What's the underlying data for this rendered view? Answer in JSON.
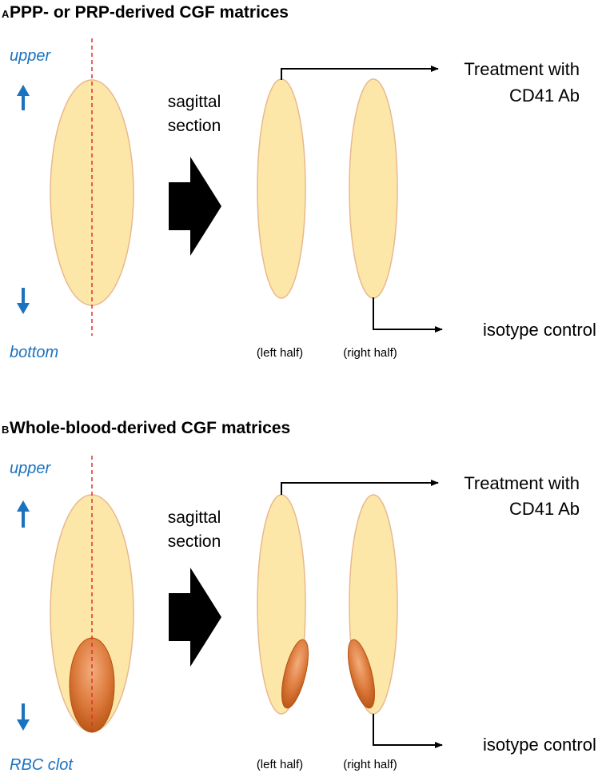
{
  "panel_a": {
    "letter": "A",
    "title": "PPP- or PRP-derived CGF matrices",
    "upper": "upper",
    "bottom": "bottom",
    "step": [
      "sagittal",
      "section"
    ],
    "left_half": "(left half)",
    "right_half": "(right half)",
    "treatment": [
      "Treatment with",
      "CD41 Ab"
    ],
    "control": "isotype control"
  },
  "panel_b": {
    "letter": "B",
    "title": "Whole-blood-derived CGF matrices",
    "upper": "upper",
    "bottom": "RBC clot",
    "step": [
      "sagittal",
      "section"
    ],
    "left_half": "(left half)",
    "right_half": "(right half)",
    "treatment": [
      "Treatment with",
      "CD41 Ab"
    ],
    "control": "isotype control"
  },
  "colors": {
    "matrix_fill": "#fde7a8",
    "matrix_stroke": "#e9b88e",
    "clot": "#d9783a",
    "direction": "#1a72c0",
    "cut_line": "#e0302a",
    "arrow": "#000000"
  }
}
